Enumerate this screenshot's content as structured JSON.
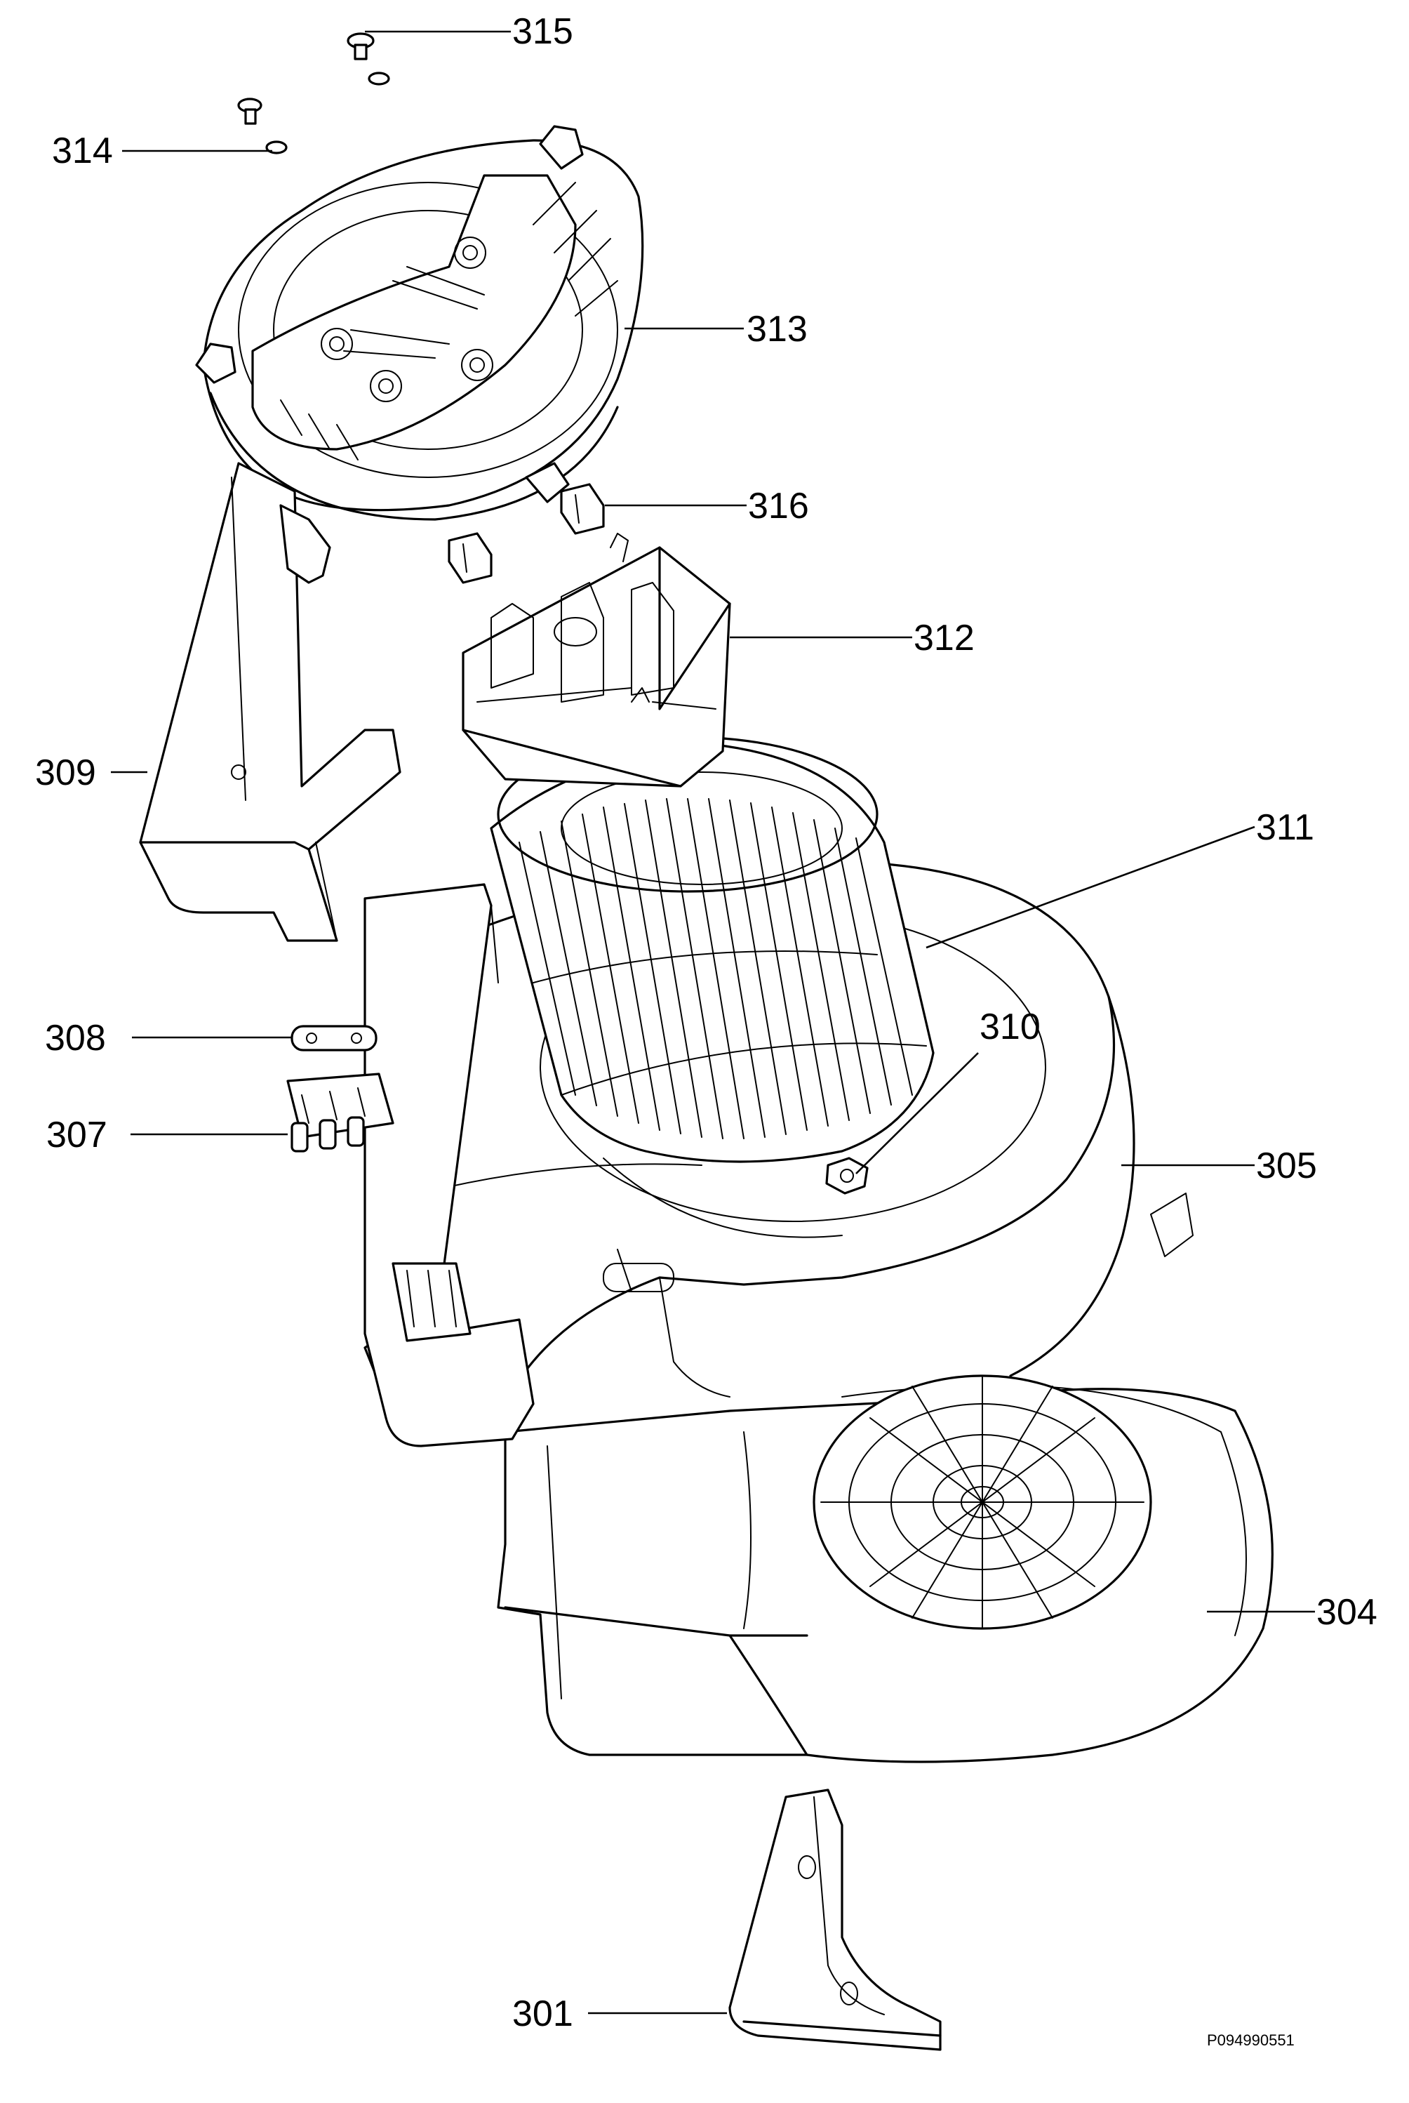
{
  "callouts": {
    "c315": "315",
    "c314": "314",
    "c313": "313",
    "c316": "316",
    "c312": "312",
    "c309": "309",
    "c311": "311",
    "c310": "310",
    "c308": "308",
    "c307": "307",
    "c305": "305",
    "c304": "304",
    "c301": "301"
  },
  "reference_code": "P094990551"
}
